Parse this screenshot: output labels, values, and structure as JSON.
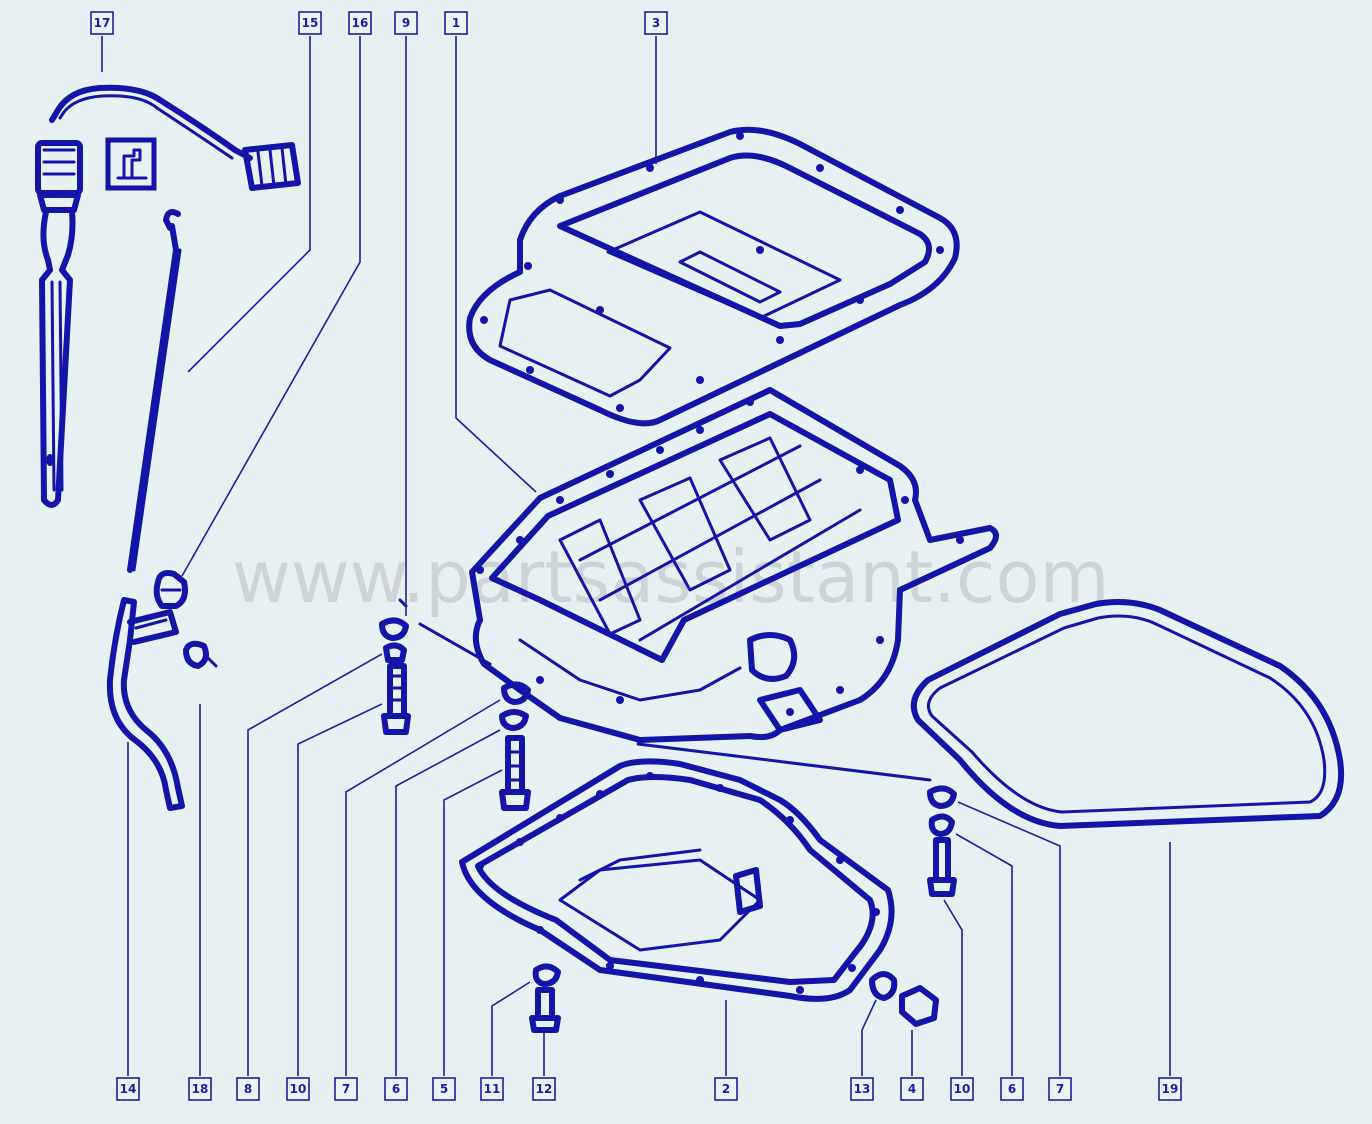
{
  "watermark": "www.partsassistant.com",
  "callouts": {
    "top": [
      "17",
      "15",
      "16",
      "9",
      "1",
      "3"
    ],
    "bottom": [
      "14",
      "18",
      "8",
      "10",
      "7",
      "6",
      "5",
      "11",
      "12",
      "2",
      "13",
      "4",
      "10",
      "6",
      "7",
      "19"
    ]
  },
  "colors": {
    "ink": "#1414a8",
    "background": "#e7f1f3",
    "watermark": "#b9bcc4"
  },
  "parts": [
    "oil-level-sensor",
    "dipstick",
    "dipstick-guide-tube",
    "gasket-upper",
    "oil-sump-upper",
    "oil-pan-lower",
    "gasket-lower",
    "drain-plug",
    "bolts",
    "washers"
  ],
  "icons": [
    "oil-level-warning-icon"
  ]
}
